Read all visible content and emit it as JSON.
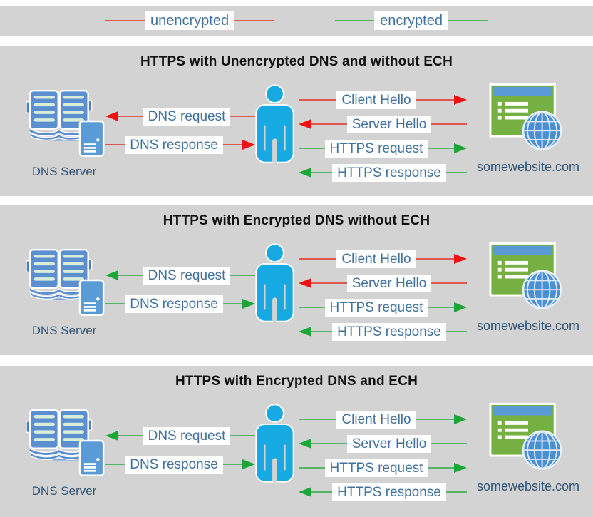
{
  "colors": {
    "panel_bg": "#d3d3d3",
    "unencrypted_line": "#e2574d",
    "unencrypted_head": "#ee1311",
    "encrypted_line": "#55b567",
    "encrypted_head": "#19a838",
    "label_text": "#41719c",
    "caption_text": "#2e5376",
    "title_text": "#111111"
  },
  "icons": {
    "dns_server": "open-book-and-server-icon",
    "client": "person-icon",
    "website": "browser-window-globe-icon"
  },
  "legend": {
    "items": [
      {
        "label": "unencrypted",
        "encrypted": false
      },
      {
        "label": "encrypted",
        "encrypted": true
      }
    ]
  },
  "panels": [
    {
      "title": "HTTPS with Unencrypted DNS and without ECH",
      "dns_server_label": "DNS Server",
      "website_label": "somewebsite.com",
      "dns_arrows": [
        {
          "label": "DNS request",
          "direction": "left",
          "encrypted": false
        },
        {
          "label": "DNS response",
          "direction": "right",
          "encrypted": false
        }
      ],
      "https_arrows": [
        {
          "label": "Client Hello",
          "direction": "right",
          "encrypted": false
        },
        {
          "label": "Server Hello",
          "direction": "left",
          "encrypted": false
        },
        {
          "label": "HTTPS request",
          "direction": "right",
          "encrypted": true
        },
        {
          "label": "HTTPS response",
          "direction": "left",
          "encrypted": true
        }
      ]
    },
    {
      "title": "HTTPS with Encrypted DNS without ECH",
      "dns_server_label": "DNS Server",
      "website_label": "somewebsite.com",
      "dns_arrows": [
        {
          "label": "DNS request",
          "direction": "left",
          "encrypted": true
        },
        {
          "label": "DNS response",
          "direction": "right",
          "encrypted": true
        }
      ],
      "https_arrows": [
        {
          "label": "Client Hello",
          "direction": "right",
          "encrypted": false
        },
        {
          "label": "Server Hello",
          "direction": "left",
          "encrypted": false
        },
        {
          "label": "HTTPS request",
          "direction": "right",
          "encrypted": true
        },
        {
          "label": "HTTPS response",
          "direction": "left",
          "encrypted": true
        }
      ]
    },
    {
      "title": "HTTPS with Encrypted DNS and ECH",
      "dns_server_label": "DNS Server",
      "website_label": "somewebsite.com",
      "dns_arrows": [
        {
          "label": "DNS request",
          "direction": "left",
          "encrypted": true
        },
        {
          "label": "DNS response",
          "direction": "right",
          "encrypted": true
        }
      ],
      "https_arrows": [
        {
          "label": "Client Hello",
          "direction": "right",
          "encrypted": true
        },
        {
          "label": "Server Hello",
          "direction": "left",
          "encrypted": true
        },
        {
          "label": "HTTPS request",
          "direction": "right",
          "encrypted": true
        },
        {
          "label": "HTTPS response",
          "direction": "left",
          "encrypted": true
        }
      ]
    }
  ]
}
